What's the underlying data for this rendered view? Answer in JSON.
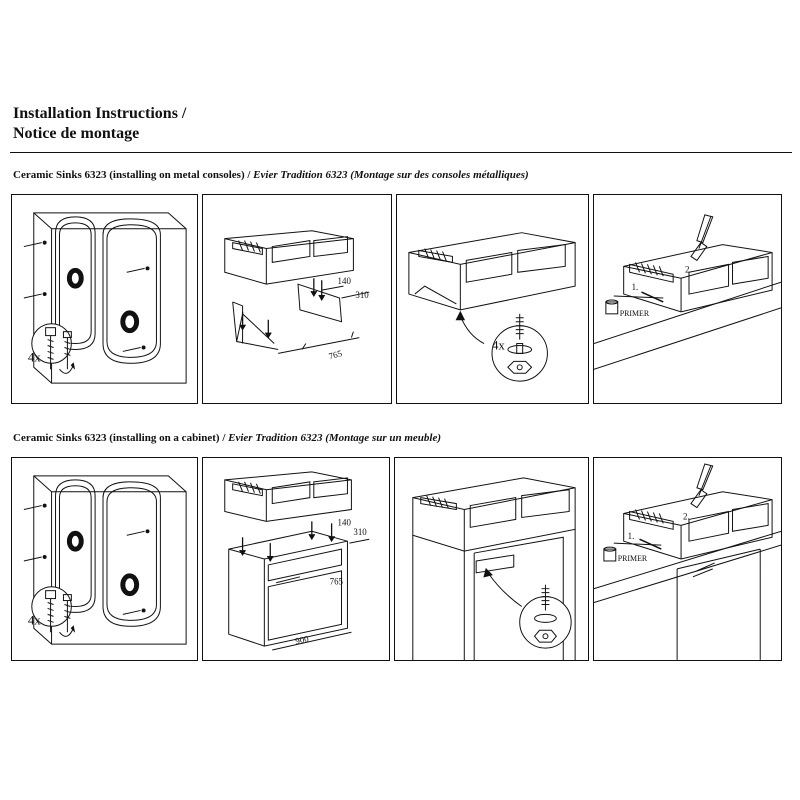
{
  "header": {
    "title_line1": "Installation Instructions /",
    "title_line2": "Notice de montage"
  },
  "sections": [
    {
      "heading_en": "Ceramic Sinks 6323 (installing on metal consoles) /",
      "heading_fr": "Evier Tradition 6323 (Montage sur des consoles métalliques)"
    },
    {
      "heading_en": "Ceramic Sinks 6323 (installing on a cabinet) /",
      "heading_fr": "Evier Tradition 6323 (Montage sur un meuble)"
    }
  ],
  "labels": {
    "qty": "4x",
    "dim_140": "140",
    "dim_310": "310",
    "dim_765": "765",
    "dim_900": "900",
    "step1": "1.",
    "step2": "2.",
    "primer": "PRIMER"
  }
}
